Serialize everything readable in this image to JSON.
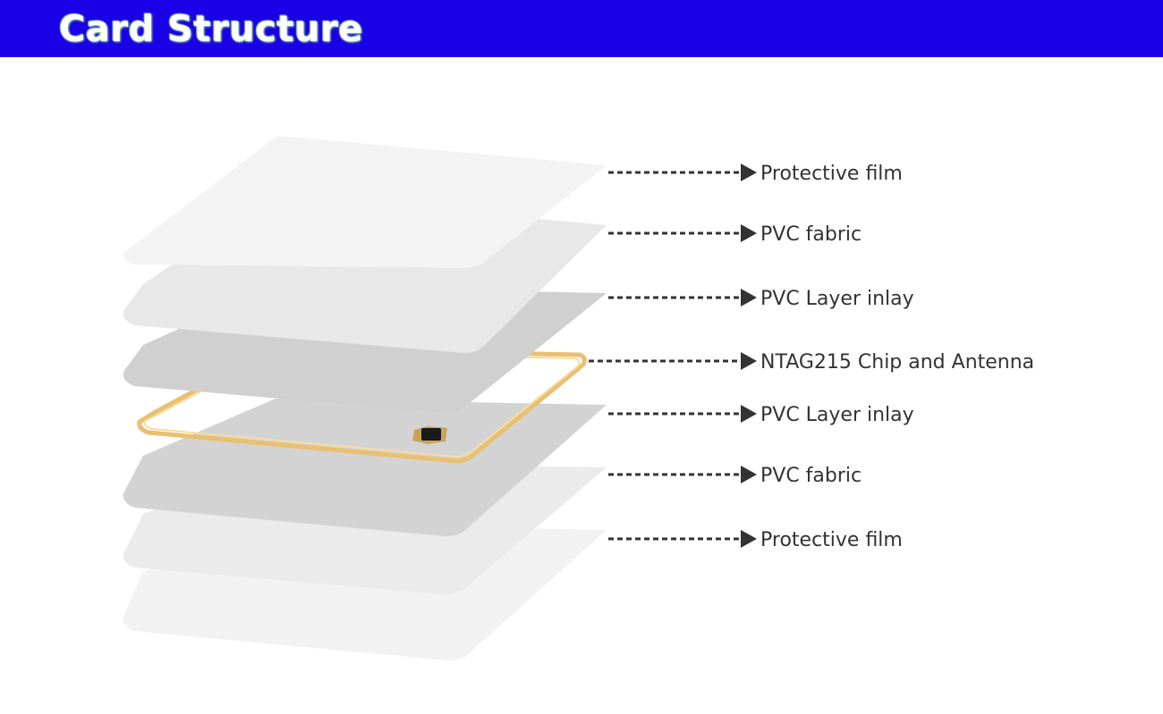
{
  "header": {
    "title": "Card Structure",
    "background_color": "#1a00e6"
  },
  "layers": [
    {
      "label": "Protective film",
      "fill": "#f3f3f3"
    },
    {
      "label": "PVC fabric",
      "fill": "#e8e8e8"
    },
    {
      "label": "PVC Layer inlay",
      "fill": "#cdcdcd"
    },
    {
      "label": "NTAG215 Chip and Antenna",
      "fill": "#e3b45a"
    },
    {
      "label": "PVC Layer inlay",
      "fill": "#cdcdcd"
    },
    {
      "label": "PVC fabric",
      "fill": "#e8e8e8"
    },
    {
      "label": "Protective film",
      "fill": "#f3f3f3"
    }
  ],
  "leader_color": "#333333"
}
